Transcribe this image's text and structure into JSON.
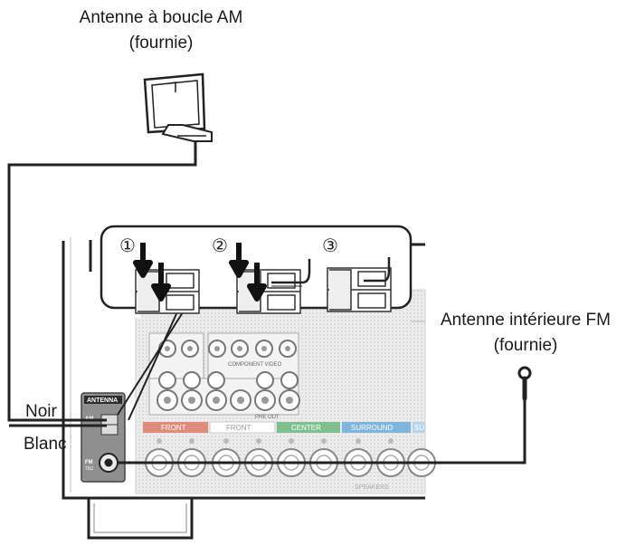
{
  "labels": {
    "am_antenna_title": "Antenne à boucle AM",
    "am_antenna_sub": "(fournie)",
    "fm_antenna_title": "Antenne intérieure FM",
    "fm_antenna_sub": "(fournie)",
    "black_wire": "Noir",
    "white_wire": "Blanc"
  },
  "terminal": {
    "heading": "ANTENNA",
    "am": "AM",
    "fm": "FM",
    "fm_ohm": "75Ω"
  },
  "steps": [
    "①",
    "②",
    "③"
  ],
  "speaker_channels": [
    "FRONT",
    "FRONT",
    "CENTER",
    "SURROUND",
    "SU"
  ],
  "speakers_caption": "SPEAKERS",
  "panel_labels": [
    "COMPONENT VIDEO",
    "PRE OUT"
  ],
  "colors": {
    "front_red": "#e08a7c",
    "center_green": "#7fbf8e",
    "surround_blue": "#7fb4dc",
    "wire": "#222222"
  }
}
